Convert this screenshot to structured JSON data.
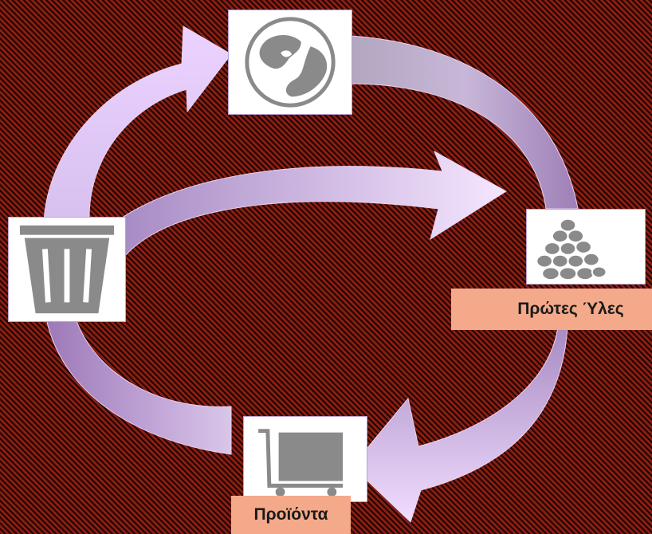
{
  "diagram": {
    "nodes": [
      {
        "id": "earth",
        "icon": "globe-icon",
        "label": ""
      },
      {
        "id": "raw-materials",
        "icon": "rock-pile-icon",
        "label": "Πρώτες Ύλες"
      },
      {
        "id": "products",
        "icon": "cart-box-icon",
        "label": "Προϊόντα"
      },
      {
        "id": "waste",
        "icon": "trash-bin-icon",
        "label": ""
      }
    ],
    "edges": [
      {
        "from": "earth",
        "to": "raw-materials"
      },
      {
        "from": "raw-materials",
        "to": "products"
      },
      {
        "from": "products",
        "to": "waste"
      },
      {
        "from": "waste",
        "to": "earth"
      },
      {
        "from": "waste",
        "to": "raw-materials"
      }
    ]
  },
  "colors": {
    "background": "#8a1e12",
    "stripe": "#1c0503",
    "arrow_light": "#f0d6ff",
    "arrow_dark": "#a184b8",
    "label_bg": "#f4a98a",
    "icon_gray": "#8a8a8a"
  }
}
